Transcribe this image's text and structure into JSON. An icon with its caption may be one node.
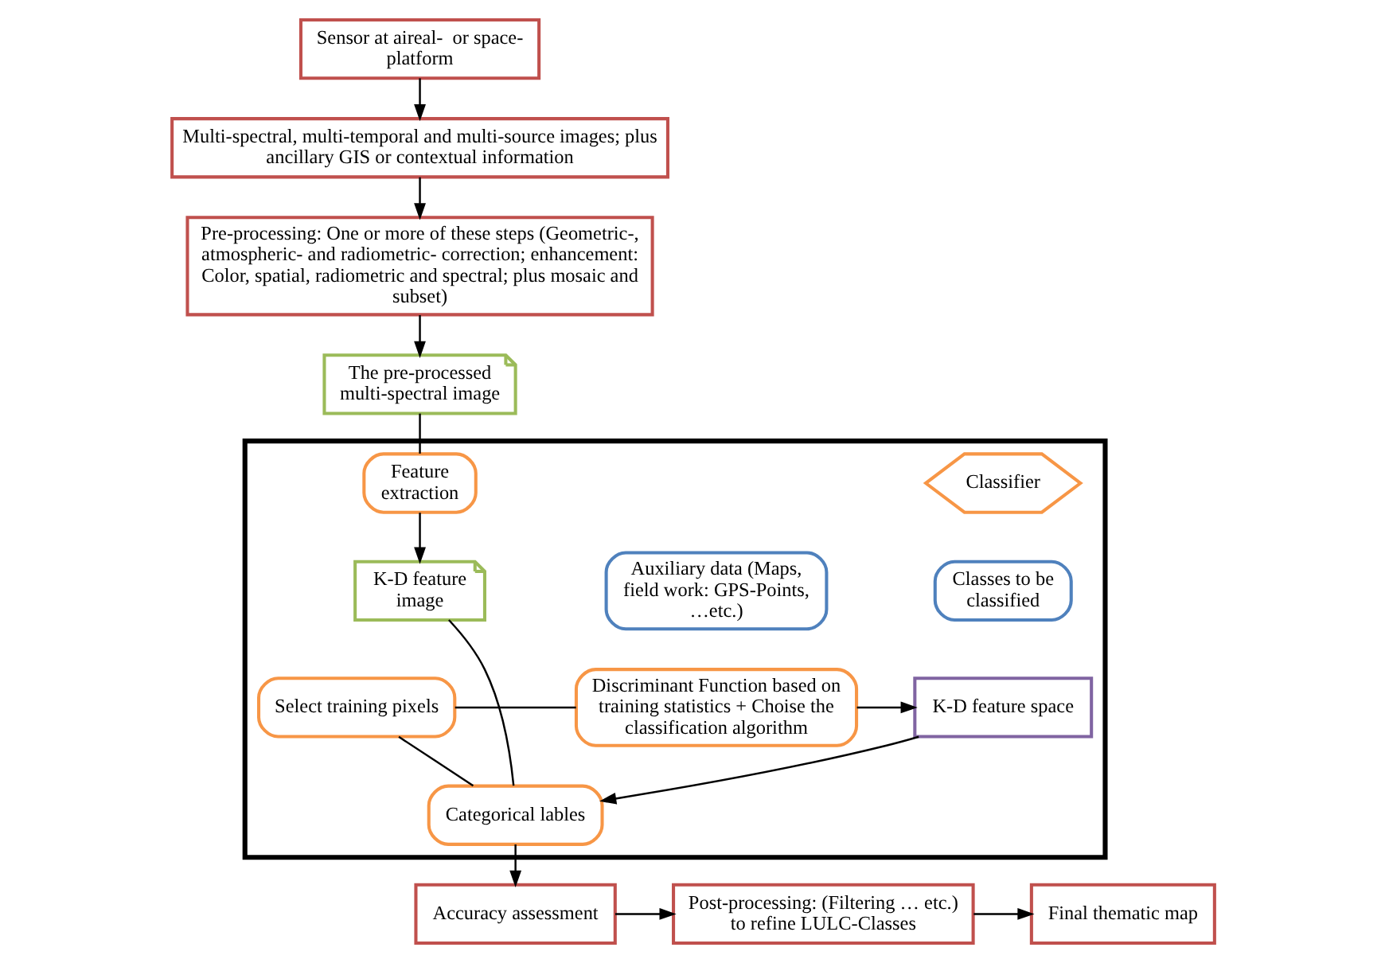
{
  "diagram": {
    "nodes": [
      {
        "text": [
          "Sensor at aireal-  or space- platform"
        ]
      },
      {
        "text": [
          "Multi-spectral, multi-temporal and multi-source images; plus ancillary GIS or contextual information"
        ]
      },
      {
        "text": [
          "Pre-processing: One or more of these steps (Geometric-, atmospheric- and radiometric- correction; enhancement: Color, spatial, radiometric and spectral; plus mosaic and subset)"
        ]
      },
      {
        "text": [
          "The pre-processed multi-spectral image"
        ]
      },
      {
        "text": [],
        "shape": "box"
      },
      {
        "text": [
          "Feature extraction"
        ],
        "in": 4
      },
      {
        "text": [
          "Classifier"
        ],
        "in": 4
      },
      {
        "text": [
          "K-D feature image"
        ],
        "in": 4
      },
      {
        "text": [
          "Auxiliary data (Maps, field work: GPS-Points, …etc.)"
        ],
        "in": 4
      },
      {
        "text": [
          "Classes to be classified"
        ],
        "in": 4
      },
      {
        "text": [
          "Select training pixels"
        ],
        "in": 4
      },
      {
        "text": [
          "Discriminant Function based on training statistics + Choise the classification algorithm"
        ],
        "in": 4
      },
      {
        "text": [
          "K-D feature space"
        ],
        "in": 4
      },
      {
        "text": [
          "Categorical lables"
        ],
        "in": 4
      },
      {
        "text": [
          "Accuracy assessment"
        ]
      },
      {
        "text": [
          "Post-processing: (Filtering … etc.) to refine LULC-Classes"
        ]
      },
      {
        "text": [
          "Final thematic map"
        ]
      }
    ],
    "edges": [
      {
        "from": 0,
        "to": 1,
        "arrow": "to"
      },
      {
        "from": 1,
        "to": 2,
        "arrow": "to"
      },
      {
        "from": 2,
        "to": 3,
        "arrow": "to"
      },
      {
        "from": 3,
        "to": 5,
        "arrow": "none"
      },
      {
        "from": 5,
        "to": 7,
        "arrow": "to"
      },
      {
        "from": 7,
        "to": 13,
        "arrow": "none"
      },
      {
        "from": 10,
        "to": 13,
        "arrow": "none"
      },
      {
        "from": 10,
        "to": 11,
        "arrow": "none"
      },
      {
        "from": 11,
        "to": 12,
        "arrow": "to"
      },
      {
        "from": 12,
        "to": 13,
        "arrow": "to"
      },
      {
        "from": 13,
        "to": 14,
        "arrow": "to"
      },
      {
        "from": 14,
        "to": 15,
        "arrow": "to"
      },
      {
        "from": 15,
        "to": 16,
        "arrow": "to"
      }
    ]
  }
}
